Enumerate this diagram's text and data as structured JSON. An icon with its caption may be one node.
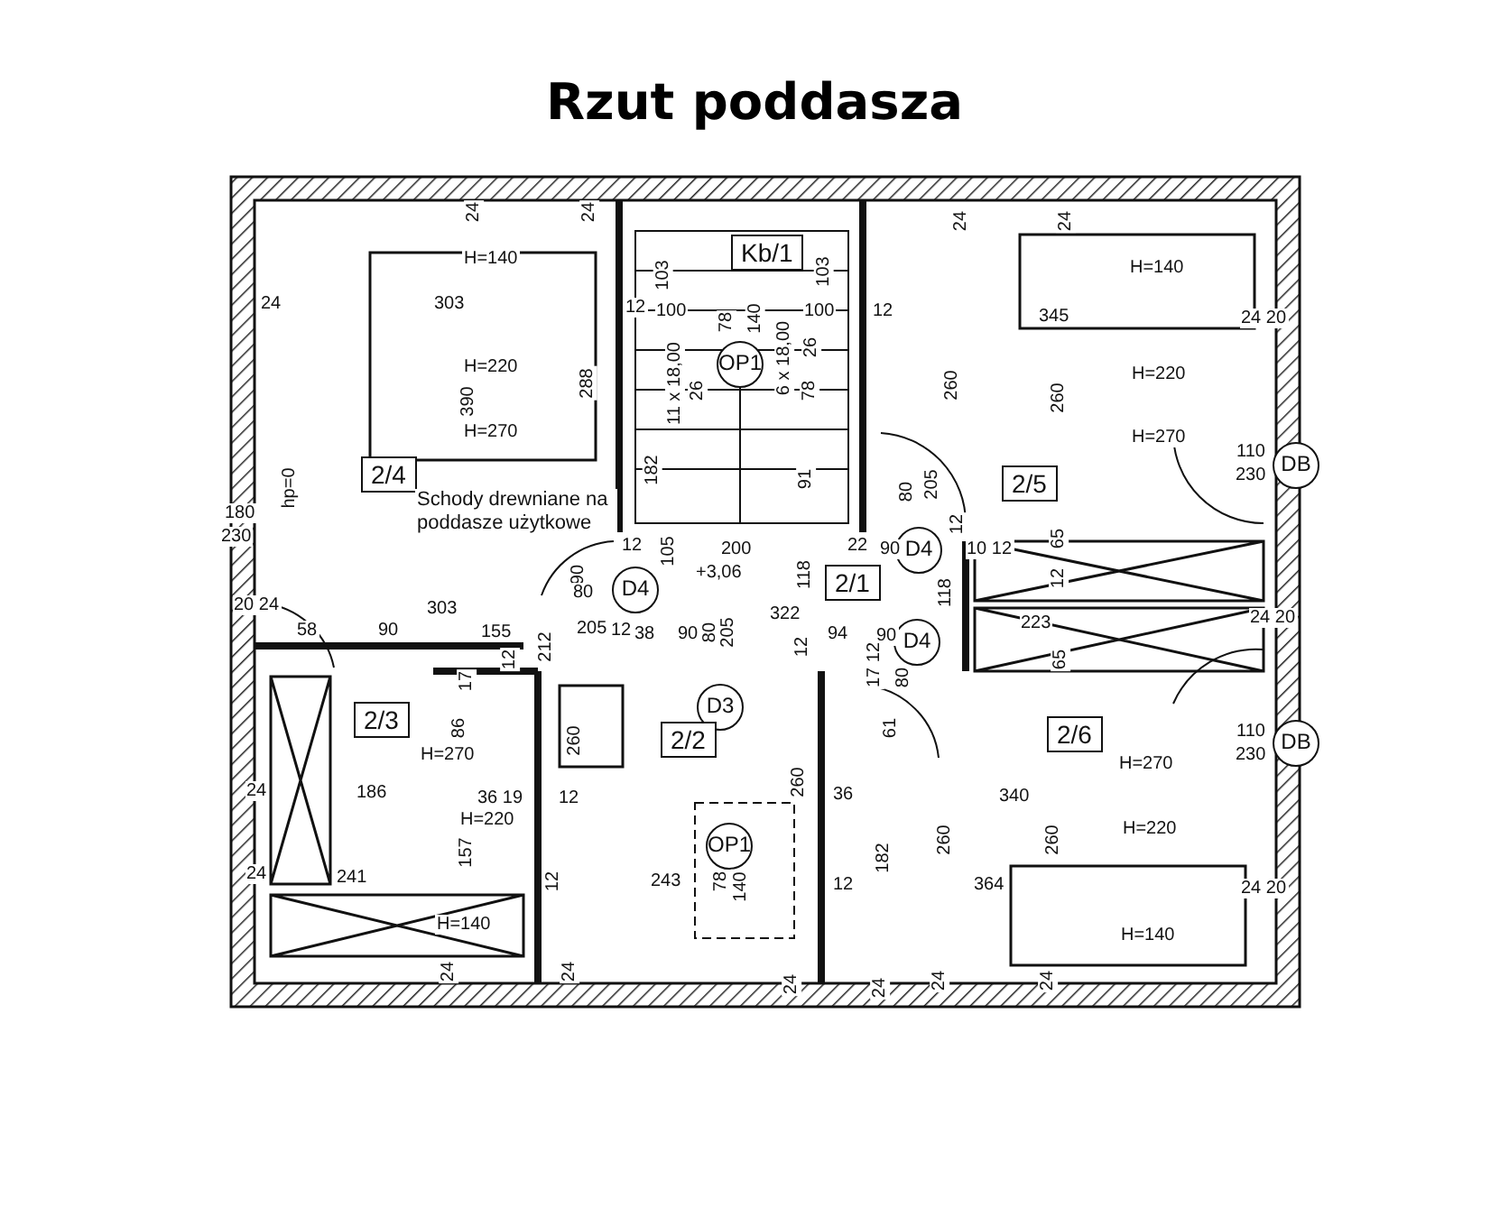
{
  "diagram": {
    "title": "Rzut poddasza",
    "nodes": [
      {
        "text": [
          "Kb/1"
        ]
      },
      {
        "text": [
          "OP1"
        ]
      },
      {
        "text": [
          "2/4"
        ]
      },
      {
        "text": [
          "2/5"
        ]
      },
      {
        "text": [
          "DB"
        ]
      },
      {
        "text": [
          "D4"
        ]
      },
      {
        "text": [
          "2/1"
        ]
      },
      {
        "text": [
          "D4"
        ]
      },
      {
        "text": [
          "D4"
        ]
      },
      {
        "text": [
          "D3"
        ]
      },
      {
        "text": [
          "2/3"
        ]
      },
      {
        "text": [
          "2/2"
        ]
      },
      {
        "text": [
          "2/6"
        ]
      },
      {
        "text": [
          "DB"
        ]
      },
      {
        "text": [
          "OP1"
        ]
      }
    ],
    "labels": [
      "24",
      "24",
      "24",
      "24",
      "H=140",
      "103",
      "103",
      "H=140",
      "24",
      "303",
      "12",
      "100",
      "100",
      "12",
      "345",
      "24 20",
      "78",
      "140",
      "6 x 18,00",
      "26",
      "390",
      "H=220",
      "288",
      "11 x 18,00",
      "26",
      "78",
      "260",
      "260",
      "H=220",
      "H=270",
      "H=270",
      "hp=0",
      "182",
      "91",
      "80",
      "205",
      "110",
      "230",
      "180",
      "Schody drewniane na poddasze użytkowe",
      "12",
      "65",
      "230",
      "12",
      "200",
      "22",
      "90",
      "10 12",
      "90",
      "105",
      "+3,06",
      "118",
      "118",
      "12",
      "80",
      "20 24",
      "303",
      "205",
      "12",
      "322",
      "223",
      "24 20",
      "58",
      "90",
      "155",
      "38",
      "90",
      "80",
      "205",
      "94",
      "90",
      "17",
      "12",
      "212",
      "12",
      "17 12",
      "80",
      "65",
      "86",
      "260",
      "61",
      "110",
      "H=270",
      "H=270",
      "230",
      "24",
      "186",
      "36 19",
      "12",
      "260",
      "36",
      "340",
      "157",
      "H=220",
      "182",
      "260",
      "260",
      "H=220",
      "24",
      "241",
      "12",
      "243",
      "78",
      "140",
      "12",
      "364",
      "24 20",
      "H=140",
      "H=140",
      "24",
      "24",
      "24",
      "24",
      "24",
      "24"
    ]
  }
}
